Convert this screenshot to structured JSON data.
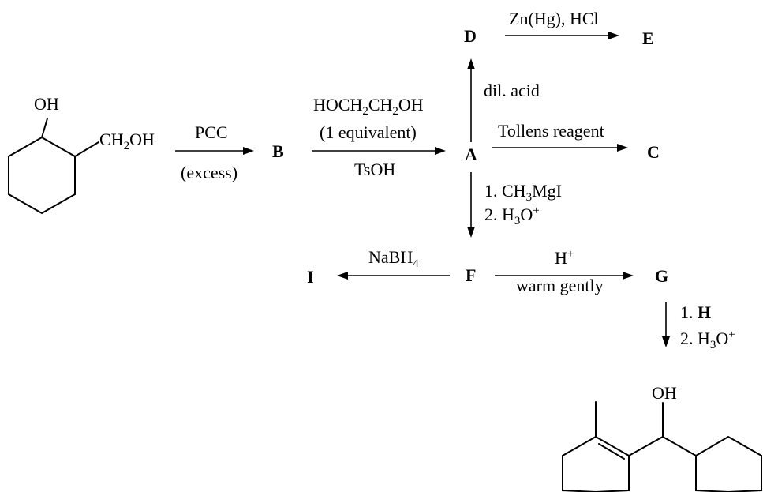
{
  "start": {
    "oh": "OH",
    "ch2oh": [
      "CH",
      "2",
      "OH"
    ]
  },
  "compounds": {
    "a": "A",
    "b": "B",
    "c": "C",
    "d": "D",
    "e": "E",
    "f": "F",
    "g": "G",
    "i": "I"
  },
  "reagents": {
    "pcc": "PCC",
    "excess": "(excess)",
    "glycol": [
      "HOCH",
      "2",
      "CH",
      "2",
      "OH"
    ],
    "one_equiv": "(1 equivalent)",
    "tsoh": "TsOH",
    "tollens": "Tollens reagent",
    "dil_acid": "dil. acid",
    "zn_hg_hcl": "Zn(Hg), HCl",
    "grignard_1": [
      "1. CH",
      "3",
      "MgI"
    ],
    "grignard_2": [
      "2. H",
      "3",
      "O",
      "+"
    ],
    "nabh4": [
      "NaBH",
      "4"
    ],
    "h_plus": [
      "H",
      "+"
    ],
    "warm_gently": "warm gently",
    "g_step_1": [
      "1. ",
      "H"
    ],
    "g_step_2": [
      "2. H",
      "3",
      "O",
      "+"
    ]
  },
  "product": {
    "oh": "OH"
  }
}
